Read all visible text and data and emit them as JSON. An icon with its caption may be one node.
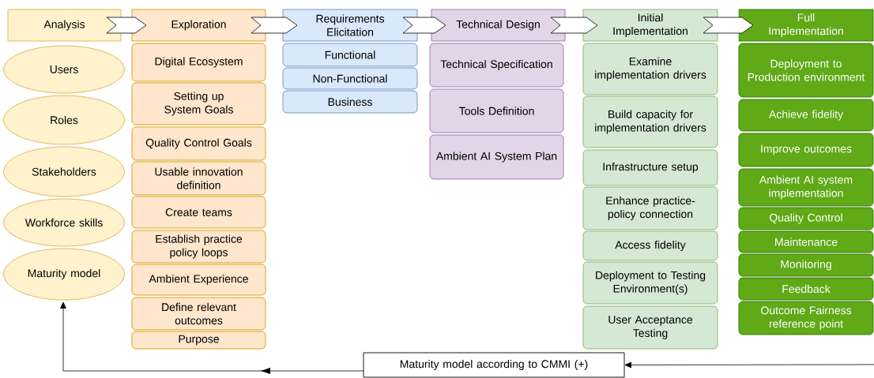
{
  "diagram": {
    "nodes": [
      {
        "text": [
          "Analysis"
        ]
      },
      {
        "text": [
          "Users"
        ]
      },
      {
        "text": [
          "Roles"
        ]
      },
      {
        "text": [
          "Stakeholders"
        ]
      },
      {
        "text": [
          "Workforce skills"
        ]
      },
      {
        "text": [
          "Maturity model"
        ]
      },
      {
        "text": [
          "Exploration"
        ]
      },
      {
        "text": [
          "Digital Ecosystem"
        ]
      },
      {
        "text": [
          "Setting up System Goals"
        ]
      },
      {
        "text": [
          "Quality Control Goals"
        ]
      },
      {
        "text": [
          "Usable innovation definition"
        ]
      },
      {
        "text": [
          "Create teams"
        ]
      },
      {
        "text": [
          "Establish practice policy loops"
        ]
      },
      {
        "text": [
          "Ambient Experience"
        ]
      },
      {
        "text": [
          "Define relevant outcomes"
        ]
      },
      {
        "text": [
          "Purpose"
        ]
      },
      {
        "text": [
          "Requirements Elicitation"
        ]
      },
      {
        "text": [
          "Functional"
        ]
      },
      {
        "text": [
          "Non-Functional"
        ]
      },
      {
        "text": [
          "Business"
        ]
      },
      {
        "text": [
          "Technical Design"
        ]
      },
      {
        "text": [
          "Technical Specification"
        ]
      },
      {
        "text": [
          "Tools Definition"
        ]
      },
      {
        "text": [
          "Ambient AI System Plan"
        ]
      },
      {
        "text": [
          "Initial Implementation"
        ]
      },
      {
        "text": [
          "Examine implementation drivers"
        ]
      },
      {
        "text": [
          "Build capacity for implementation drivers"
        ]
      },
      {
        "text": [
          "Infrastructure setup"
        ]
      },
      {
        "text": [
          "Enhance practice-policy connection"
        ]
      },
      {
        "text": [
          "Access fidelity"
        ]
      },
      {
        "text": [
          "Deployment to Testing Environment(s)"
        ]
      },
      {
        "text": [
          "User Acceptance Testing"
        ]
      },
      {
        "text": [
          "Full Implementation"
        ]
      },
      {
        "text": [
          "Deployment to Production environment"
        ]
      },
      {
        "text": [
          "Achieve fidelity"
        ]
      },
      {
        "text": [
          "Improve outcomes"
        ]
      },
      {
        "text": [
          "Ambient AI system implementation"
        ]
      },
      {
        "text": [
          "Quality Control"
        ]
      },
      {
        "text": [
          "Maintenance"
        ]
      },
      {
        "text": [
          "Monitoring"
        ]
      },
      {
        "text": [
          "Feedback"
        ]
      },
      {
        "text": [
          "Outcome Fairness reference point"
        ]
      },
      {
        "text": [
          "Maturity model according to CMMI (+)"
        ]
      }
    ],
    "edges": [
      {
        "from": 0,
        "to": 6,
        "arrow": "to"
      },
      {
        "from": 6,
        "to": 16,
        "arrow": "to"
      },
      {
        "from": 16,
        "to": 20,
        "arrow": "to"
      },
      {
        "from": 20,
        "to": 24,
        "arrow": "to"
      },
      {
        "from": 24,
        "to": 32,
        "arrow": "to"
      },
      {
        "from": null,
        "to": 42,
        "arrow": "to"
      },
      {
        "from": 42,
        "to": 5,
        "arrow": "to"
      }
    ]
  }
}
